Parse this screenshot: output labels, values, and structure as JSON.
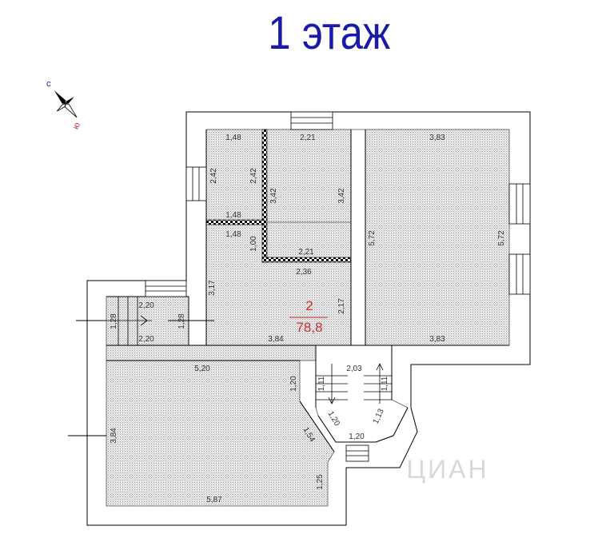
{
  "title": "1 этаж",
  "compass": {
    "north": "с",
    "south": "ю"
  },
  "room": {
    "number": "2",
    "area": "78,8"
  },
  "watermark": "ЦИАН",
  "dimensions": {
    "d_1_48_top": "1,48",
    "d_2_21_top": "2,21",
    "d_3_83_top": "3,83",
    "d_2_42_a": "2,42",
    "d_2_42_b": "2,42",
    "d_3_42_a": "3,42",
    "d_3_42_b": "3,42",
    "d_1_48_mid": "1,48",
    "d_1_48_low": "1,48",
    "d_1_00": "1,00",
    "d_2_21_mid": "2,21",
    "d_2_36": "2,36",
    "d_5_72_a": "5,72",
    "d_5_72_b": "5,72",
    "d_3_17": "3,17",
    "d_2_20_a": "2,20",
    "d_2_20_b": "2,20",
    "d_1_28_a": "1,28",
    "d_1_28_b": "1,28",
    "d_2_17": "2,17",
    "d_3_84_h": "3,84",
    "d_3_83_bot": "3,83",
    "d_5_20": "5,20",
    "d_2_03": "2,03",
    "d_1_20_v": "1,20",
    "d_1_11_a": "1,11",
    "d_1_11_b": "1,11",
    "d_1_20_diag": "1,20",
    "d_1_13": "1,13",
    "d_1_54": "1,54",
    "d_1_20_h": "1,20",
    "d_3_84_v": "3,84",
    "d_1_25": "1,25",
    "d_5_87": "5,87"
  },
  "colors": {
    "wall": "#ffffff",
    "wall_stroke": "#000000",
    "room_fill": "#e4e4e4",
    "title": "#1a1aa8",
    "area_text": "#d03030"
  }
}
